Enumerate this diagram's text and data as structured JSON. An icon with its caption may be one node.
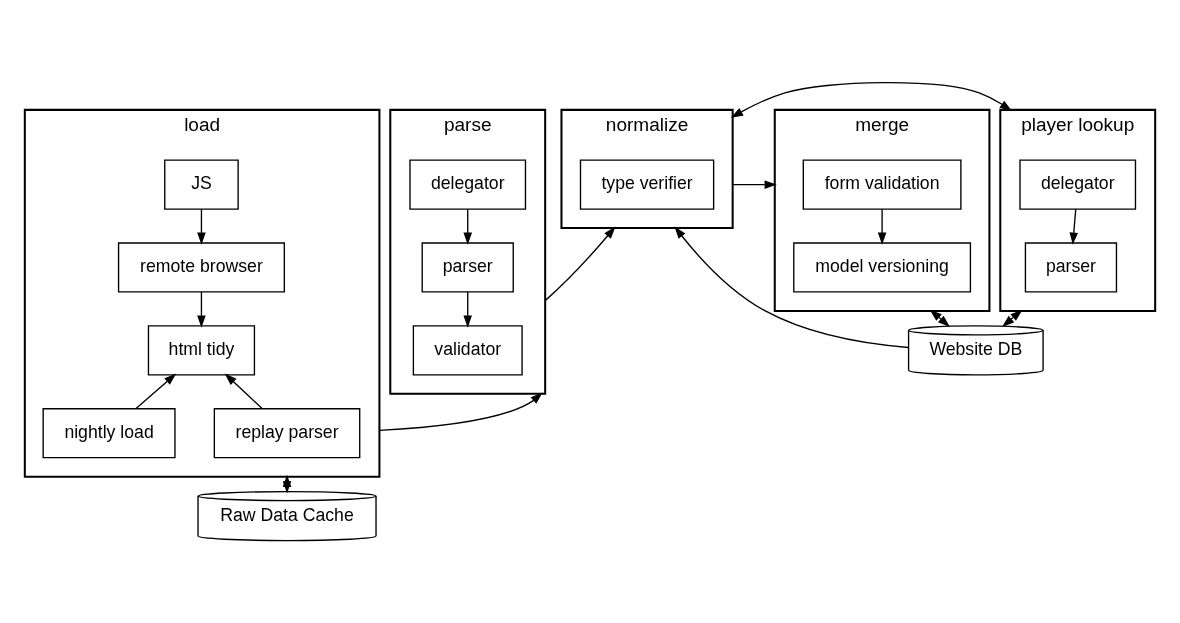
{
  "diagram": {
    "nodes": [
      {
        "text": [
          "load"
        ]
      },
      {
        "text": [
          "JS"
        ],
        "in": 0
      },
      {
        "text": [
          "remote browser"
        ],
        "in": 0
      },
      {
        "text": [
          "html tidy"
        ],
        "in": 0
      },
      {
        "text": [
          "nightly load"
        ],
        "in": 0
      },
      {
        "text": [
          "replay parser"
        ],
        "in": 0
      },
      {
        "text": [
          "parse"
        ]
      },
      {
        "text": [
          "delegator"
        ],
        "in": 6
      },
      {
        "text": [
          "parser"
        ],
        "in": 6
      },
      {
        "text": [
          "validator"
        ],
        "in": 6
      },
      {
        "text": [
          "normalize"
        ]
      },
      {
        "text": [
          "type verifier"
        ],
        "in": 10
      },
      {
        "text": [
          "merge"
        ]
      },
      {
        "text": [
          "form validation"
        ],
        "in": 12
      },
      {
        "text": [
          "model versioning"
        ],
        "in": 12
      },
      {
        "text": [
          "player lookup"
        ]
      },
      {
        "text": [
          "delegator"
        ],
        "in": 15
      },
      {
        "text": [
          "parser"
        ],
        "in": 15
      },
      {
        "text": [
          "Website DB"
        ]
      },
      {
        "text": [
          "Raw Data Cache"
        ]
      }
    ],
    "edges": [
      {
        "from": 1,
        "to": 2,
        "arrow": "to"
      },
      {
        "from": 2,
        "to": 3,
        "arrow": "to"
      },
      {
        "from": 4,
        "to": 3,
        "arrow": "to"
      },
      {
        "from": 5,
        "to": 3,
        "arrow": "to"
      },
      {
        "from": 0,
        "to": 6,
        "arrow": "to"
      },
      {
        "from": 7,
        "to": 8,
        "arrow": "to"
      },
      {
        "from": 8,
        "to": 9,
        "arrow": "to"
      },
      {
        "from": 6,
        "to": 10,
        "arrow": "to"
      },
      {
        "from": 10,
        "to": 12,
        "arrow": "to"
      },
      {
        "from": 13,
        "to": 14,
        "arrow": "to"
      },
      {
        "from": 10,
        "to": 15,
        "arrow": "both"
      },
      {
        "from": 16,
        "to": 17,
        "arrow": "to"
      },
      {
        "from": 12,
        "to": 18,
        "arrow": "both"
      },
      {
        "from": 15,
        "to": 18,
        "arrow": "both"
      },
      {
        "from": 18,
        "to": 10,
        "arrow": "to"
      },
      {
        "from": 0,
        "to": 19,
        "arrow": "both"
      }
    ]
  }
}
